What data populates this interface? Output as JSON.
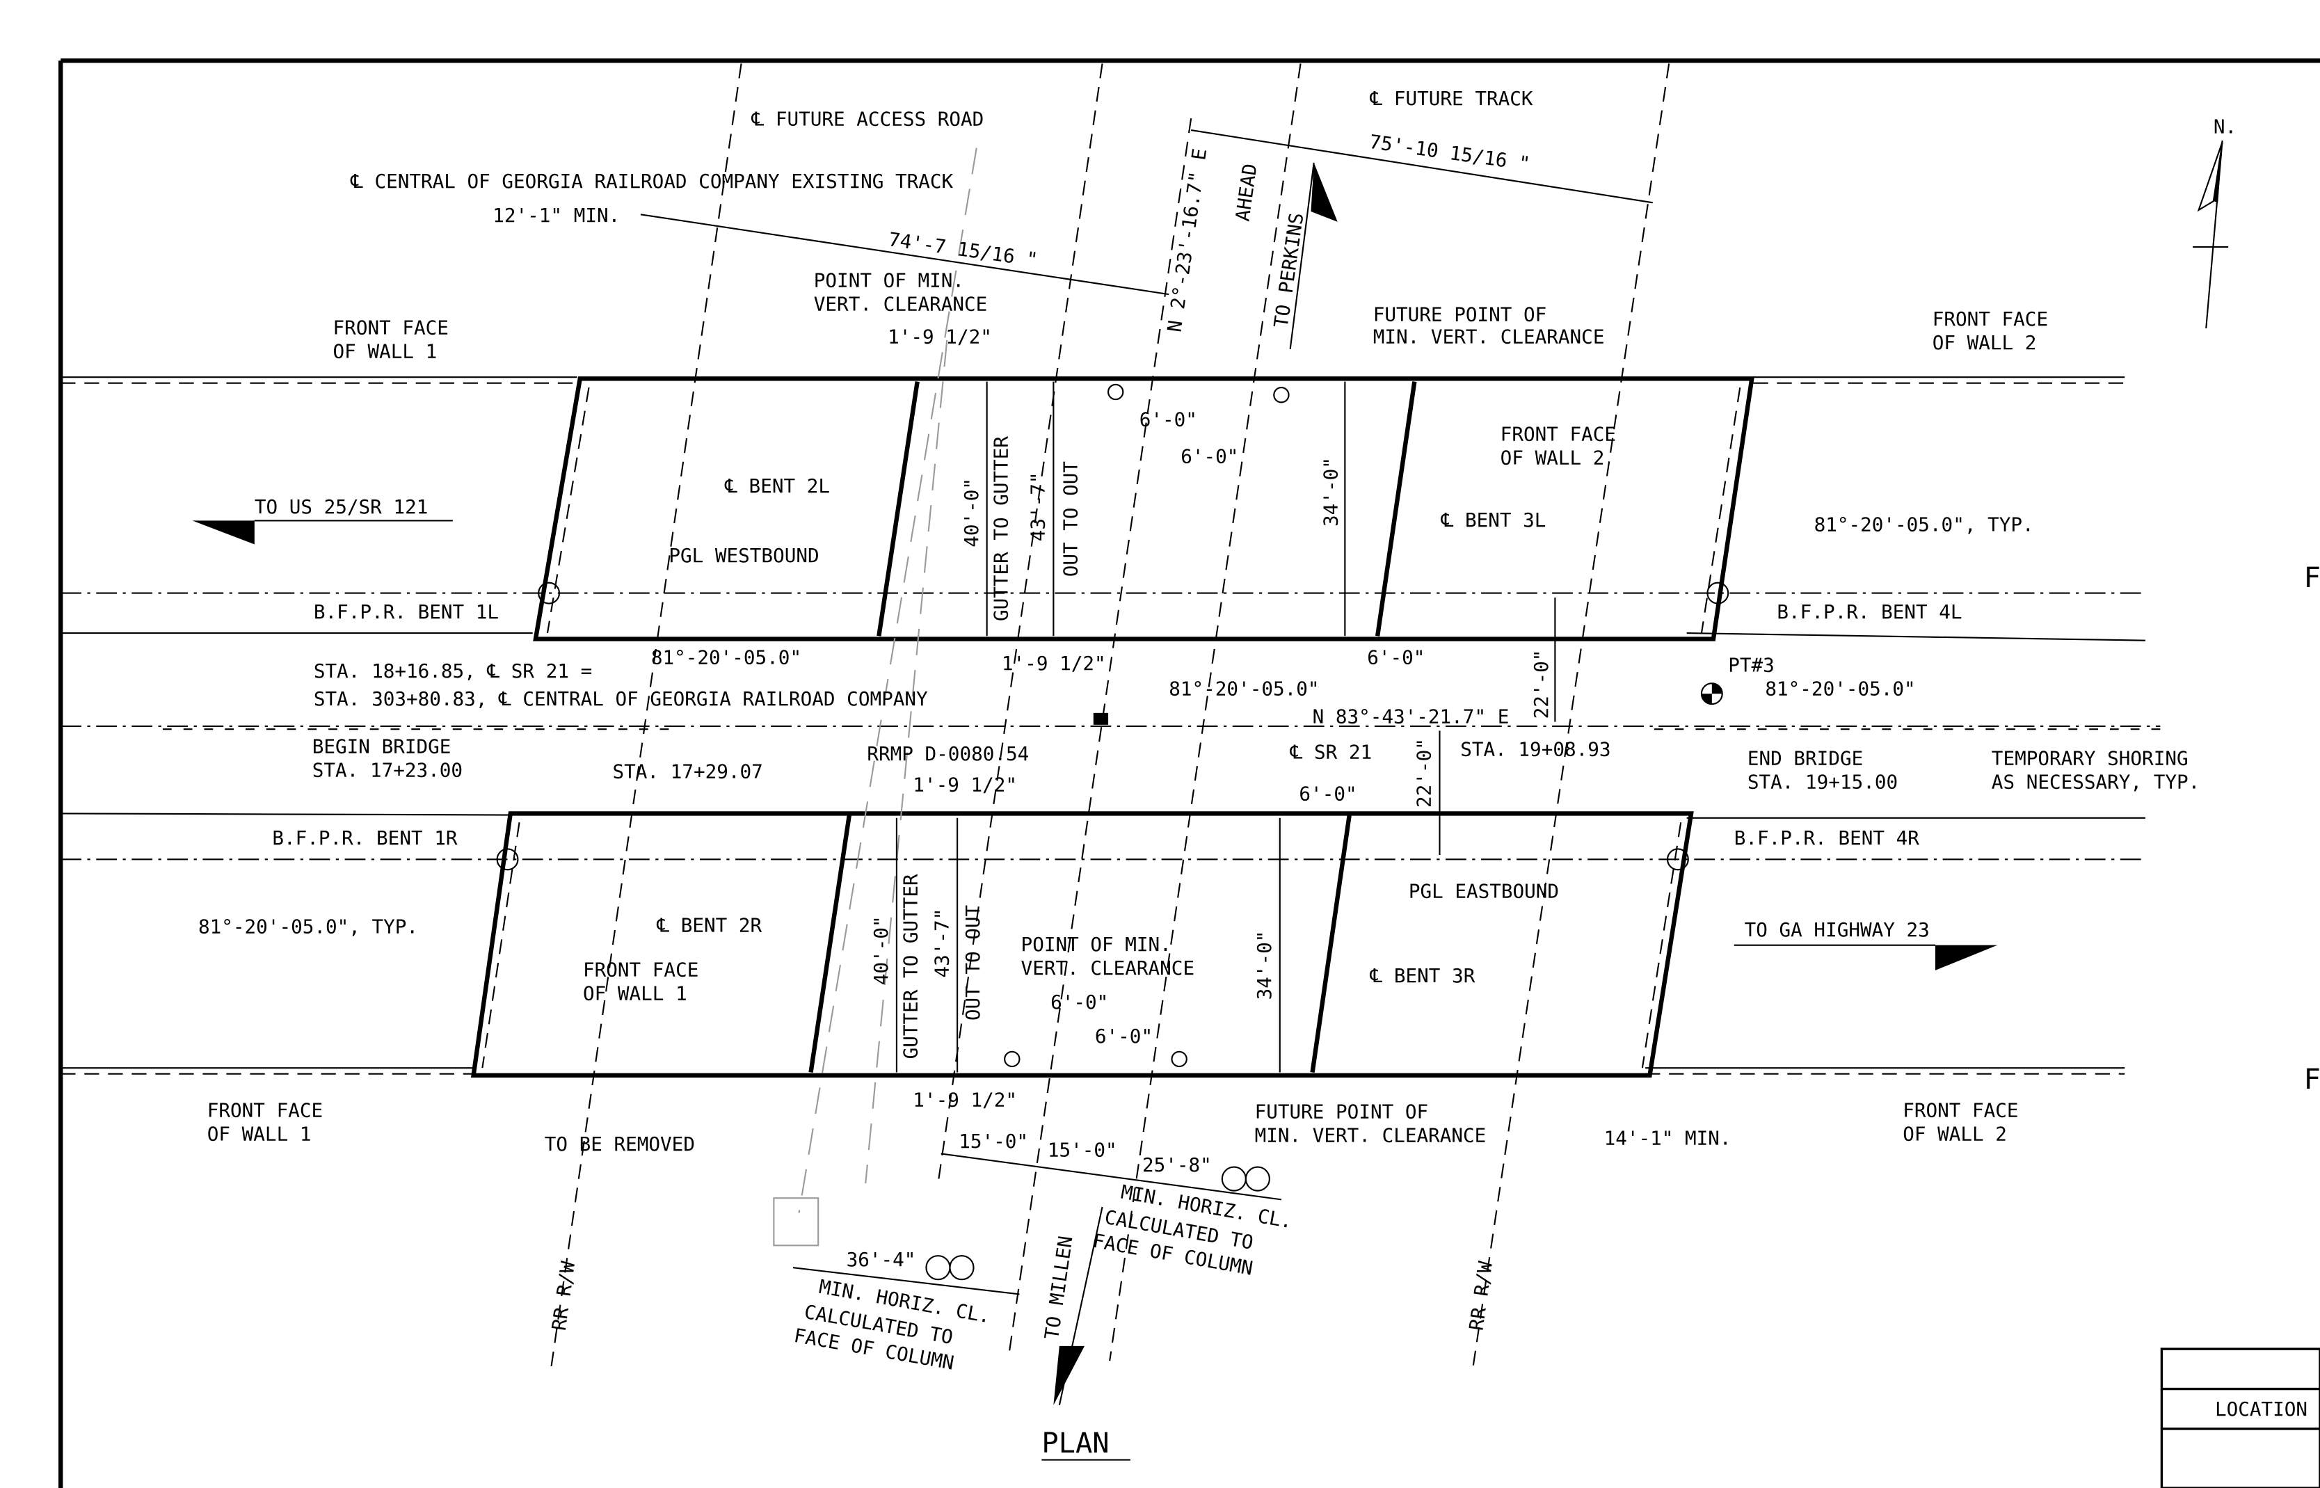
{
  "title": "PLAN",
  "north_label": "N.",
  "corner_labels": {
    "location": "LOCATION",
    "f_top": "F",
    "f_bottom": "F"
  },
  "directions": {
    "west": "TO US 25/SR 121",
    "east": "TO GA HIGHWAY 23",
    "north": "TO PERKINS",
    "south": "TO MILLEN",
    "ahead": "AHEAD"
  },
  "labels": {
    "future_access_road": "℄ FUTURE ACCESS ROAD",
    "future_track": "℄ FUTURE TRACK",
    "existing_track": "℄ CENTRAL OF GEORGIA RAILROAD COMPANY EXISTING TRACK",
    "min_12_1": "12'-1\" MIN.",
    "dim_74": "74'-7 15/16 \"",
    "dim_75": "75'-10 15/16 \"",
    "bearing_n": "N 2°-23'-16.7\" E",
    "pt_min_vert_1": "POINT OF MIN.",
    "pt_min_vert_2": "VERT. CLEARANCE",
    "fut_pt_1": "FUTURE POINT OF",
    "fut_pt_2": "MIN. VERT. CLEARANCE",
    "front_wall1_a": "FRONT FACE",
    "front_wall1_b": "OF WALL 1",
    "front_wall2_a": "FRONT FACE",
    "front_wall2_b": "OF WALL 2",
    "dim_1_9half": "1'-9 1/2\"",
    "dim_40": "40'-0\"",
    "gutter": "GUTTER TO GUTTER",
    "dim_43_7": "43'-7\"",
    "out_to_out": "OUT TO OUT",
    "dim_6_0": "6'-0\"",
    "dim_34": "34'-0\"",
    "dim_22": "22'-0\"",
    "bent_2l": "℄ BENT 2L",
    "bent_3l": "℄ BENT 3L",
    "bent_2r": "℄ BENT 2R",
    "bent_3r": "℄ BENT 3R",
    "pgl_west": "PGL WESTBOUND",
    "pgl_east": "PGL EASTBOUND",
    "bfpr_1l": "B.F.P.R. BENT 1L",
    "bfpr_4l": "B.F.P.R. BENT 4L",
    "bfpr_1r": "B.F.P.R. BENT 1R",
    "bfpr_4r": "B.F.P.R. BENT 4R",
    "angle": "81°-20'-05.0\"",
    "angle_typ": "81°-20'-05.0\", TYP.",
    "sta_eq_1": "STA. 18+16.85, ℄ SR 21 =",
    "sta_eq_2": "STA. 303+80.83, ℄ CENTRAL OF GEORGIA RAILROAD COMPANY",
    "bearing_e": "N 83°-43'-21.7\" E",
    "sr21": "℄ SR 21",
    "pt3": "PT#3",
    "begin_bridge_1": "BEGIN BRIDGE",
    "begin_bridge_2": "STA. 17+23.00",
    "sta_17_29": "STA. 17+29.07",
    "rrmp": "RRMP D-0080.54",
    "sta_19_08": "STA. 19+08.93",
    "end_bridge_1": "END BRIDGE",
    "end_bridge_2": "STA. 19+15.00",
    "shoring_1": "TEMPORARY SHORING",
    "shoring_2": "AS NECESSARY, TYP.",
    "to_be_removed": "TO BE REMOVED",
    "dim_15": "15'-0\"",
    "dim_25_8": "25'-8\"",
    "dim_36_4": "36'-4\"",
    "min_horiz_1": "MIN. HORIZ. CL.",
    "min_horiz_2": "CALCULATED TO",
    "min_horiz_3": "FACE OF COLUMN",
    "min_14_1": "14'-1\" MIN.",
    "rrrw": "RR R/W"
  }
}
